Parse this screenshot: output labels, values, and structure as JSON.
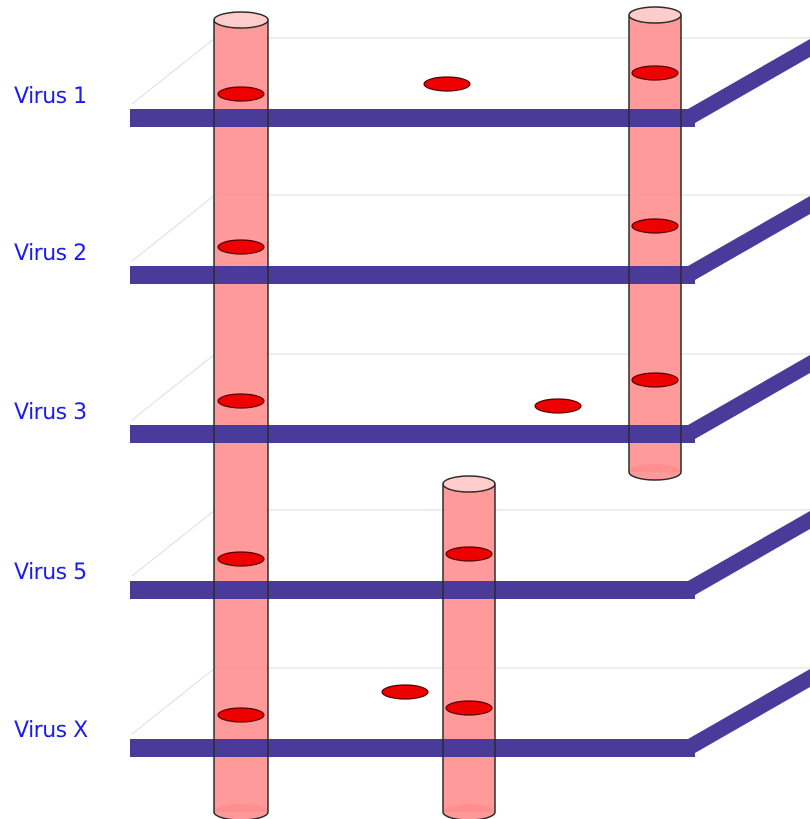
{
  "colors": {
    "label": "#1c1cf0",
    "plane_line": "#dddddd",
    "track": "#4a3a9a",
    "cylinder_fill": "#ff8c8c",
    "cylinder_top": "#ffcccc",
    "cylinder_stroke": "#2b2b2b",
    "marker_fill": "#ee0000",
    "marker_stroke": "#550000"
  },
  "layers": [
    {
      "label": "Virus 1"
    },
    {
      "label": "Virus 2"
    },
    {
      "label": "Virus 3"
    },
    {
      "label": "Virus 5"
    },
    {
      "label": "Virus X"
    }
  ]
}
